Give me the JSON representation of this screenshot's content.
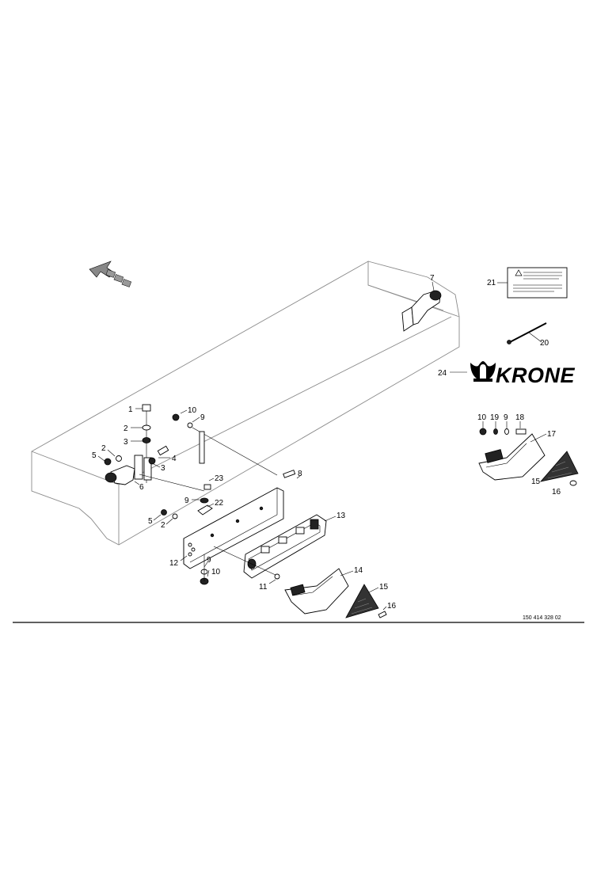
{
  "diagram": {
    "part_labels": [
      {
        "id": "p1",
        "text": "1"
      },
      {
        "id": "p2a",
        "text": "2"
      },
      {
        "id": "p3a",
        "text": "3"
      },
      {
        "id": "p2b",
        "text": "2"
      },
      {
        "id": "p5a",
        "text": "5"
      },
      {
        "id": "p3b",
        "text": "3"
      },
      {
        "id": "p4",
        "text": "4"
      },
      {
        "id": "p6",
        "text": "6"
      },
      {
        "id": "p7",
        "text": "7"
      },
      {
        "id": "p8",
        "text": "8"
      },
      {
        "id": "p9a",
        "text": "9"
      },
      {
        "id": "p10a",
        "text": "10"
      },
      {
        "id": "p23",
        "text": "23"
      },
      {
        "id": "p9b",
        "text": "9"
      },
      {
        "id": "p22",
        "text": "22"
      },
      {
        "id": "p5b",
        "text": "5"
      },
      {
        "id": "p2c",
        "text": "2"
      },
      {
        "id": "p12",
        "text": "12"
      },
      {
        "id": "p9c",
        "text": "9"
      },
      {
        "id": "p10b",
        "text": "10"
      },
      {
        "id": "p13",
        "text": "13"
      },
      {
        "id": "p11",
        "text": "11"
      },
      {
        "id": "p14",
        "text": "14"
      },
      {
        "id": "p15a",
        "text": "15"
      },
      {
        "id": "p16a",
        "text": "16"
      },
      {
        "id": "p21",
        "text": "21"
      },
      {
        "id": "p20",
        "text": "20"
      },
      {
        "id": "p24",
        "text": "24"
      },
      {
        "id": "p10c",
        "text": "10"
      },
      {
        "id": "p19",
        "text": "19"
      },
      {
        "id": "p9d",
        "text": "9"
      },
      {
        "id": "p18",
        "text": "18"
      },
      {
        "id": "p17",
        "text": "17"
      },
      {
        "id": "p15b",
        "text": "15"
      },
      {
        "id": "p16b",
        "text": "16"
      }
    ],
    "logo_text": "KRONE",
    "drawing_number": "150 414 328 02"
  }
}
